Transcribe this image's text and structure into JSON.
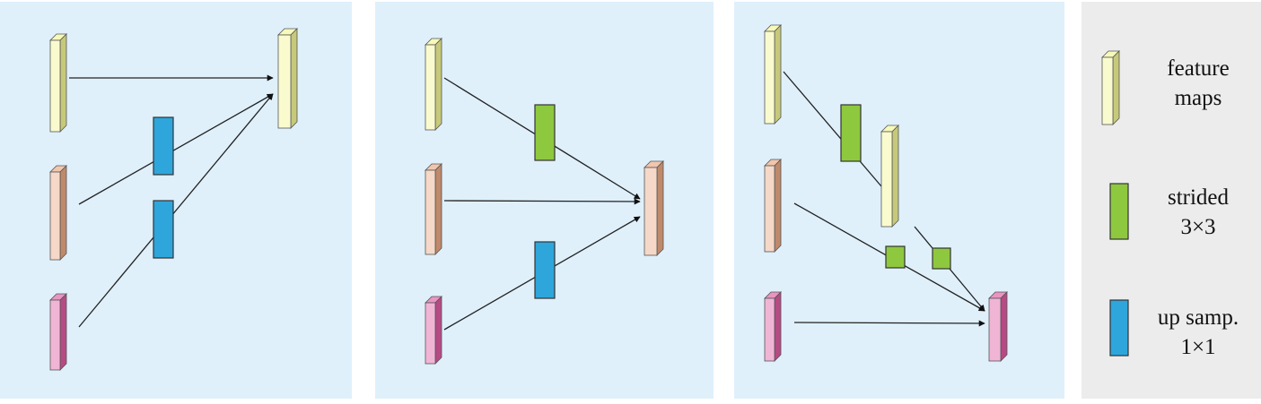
{
  "colors": {
    "panel_background": "#dff0fb",
    "legend_background": "#ececec",
    "feature_map_yellow": "#f2f595",
    "feature_map_orange": "#e9a882",
    "feature_map_pink": "#de5aa2",
    "strided_green": "#8ec83f",
    "upsample_blue": "#2ea6db",
    "connection_line": "#222222"
  },
  "legend": {
    "items": [
      {
        "icon": "feature-map-icon",
        "color": "#f2f595",
        "line1": "feature",
        "line2": "maps"
      },
      {
        "icon": "strided-conv-icon",
        "color": "#8ec83f",
        "line1": "strided",
        "line2": "3×3"
      },
      {
        "icon": "upsample-icon",
        "color": "#2ea6db",
        "line1": "up samp.",
        "line2": "1×1"
      }
    ]
  }
}
